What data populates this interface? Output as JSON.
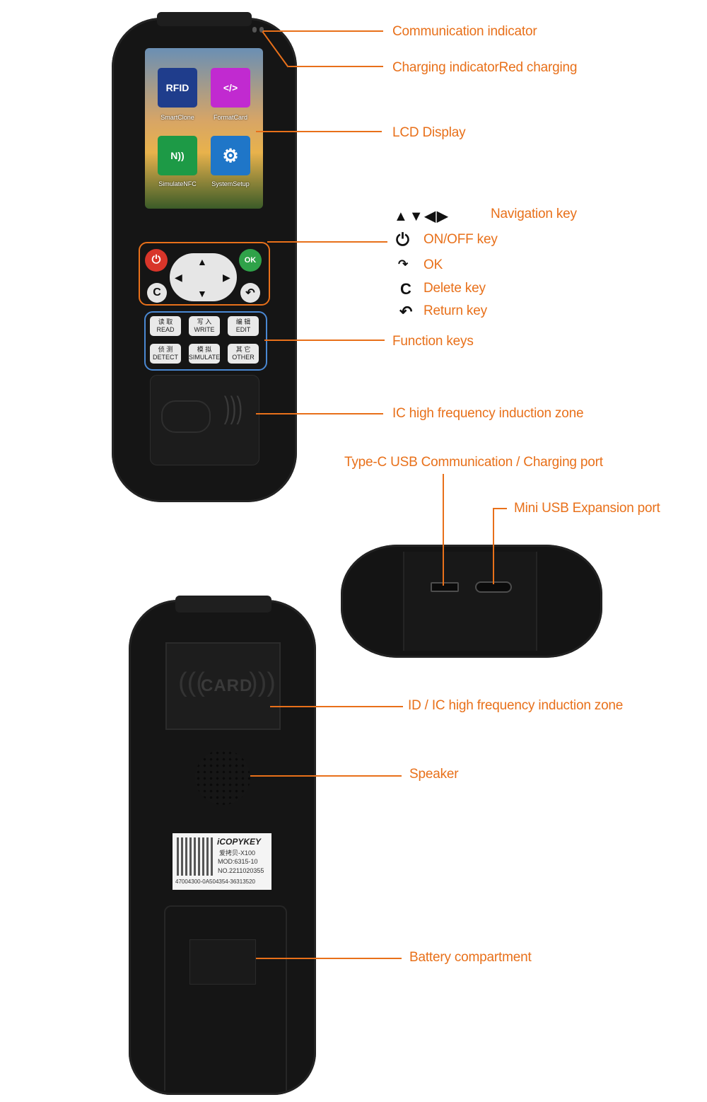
{
  "labels": {
    "communication_indicator": "Communication indicator",
    "charging_indicator": "Charging indicatorRed charging",
    "lcd_display": "LCD Display",
    "navigation_key": "Navigation key",
    "onoff_key": "ON/OFF key",
    "ok": "OK",
    "delete_key": "Delete key",
    "return_key": "Return key",
    "function_keys": "Function keys",
    "ic_zone": "IC high frequency induction zone",
    "typec_port": "Type-C USB Communication / Charging port",
    "mini_usb_port": "Mini USB Expansion port",
    "id_ic_zone": "ID / IC high frequency induction zone",
    "speaker": "Speaker",
    "battery": "Battery compartment"
  },
  "screen_apps": [
    {
      "icon": "RFID",
      "caption": "SmartClone",
      "color": "#1f3d8c"
    },
    {
      "icon": "</>",
      "caption": "FormatCard",
      "color": "#c12ad0"
    },
    {
      "icon": "N))",
      "caption": "SimulateNFC",
      "color": "#1d9a46"
    },
    {
      "icon": "⚙",
      "caption": "SystemSetup",
      "color": "#1f76c8"
    }
  ],
  "function_keys": [
    {
      "cn": "读 取",
      "en": "READ"
    },
    {
      "cn": "写 入",
      "en": "WRITE"
    },
    {
      "cn": "编 辑",
      "en": "EDIT"
    },
    {
      "cn": "侦 测",
      "en": "DETECT"
    },
    {
      "cn": "模 拟",
      "en": "SIMULATE"
    },
    {
      "cn": "其 它",
      "en": "OTHER"
    }
  ],
  "back_sticker": {
    "brand": "iCOPYKEY",
    "model_line": "爱拷贝-X100",
    "mod": "MOD:6315-10",
    "no": "NO.2211020355",
    "serial": "47004300-0A504354-36313520"
  },
  "back_card_text": "CARD",
  "ok_key_text": "OK",
  "delete_key_text": "C",
  "colors": {
    "accent": "#e8701a",
    "function_border": "#4a88d3",
    "device": "#151515"
  }
}
